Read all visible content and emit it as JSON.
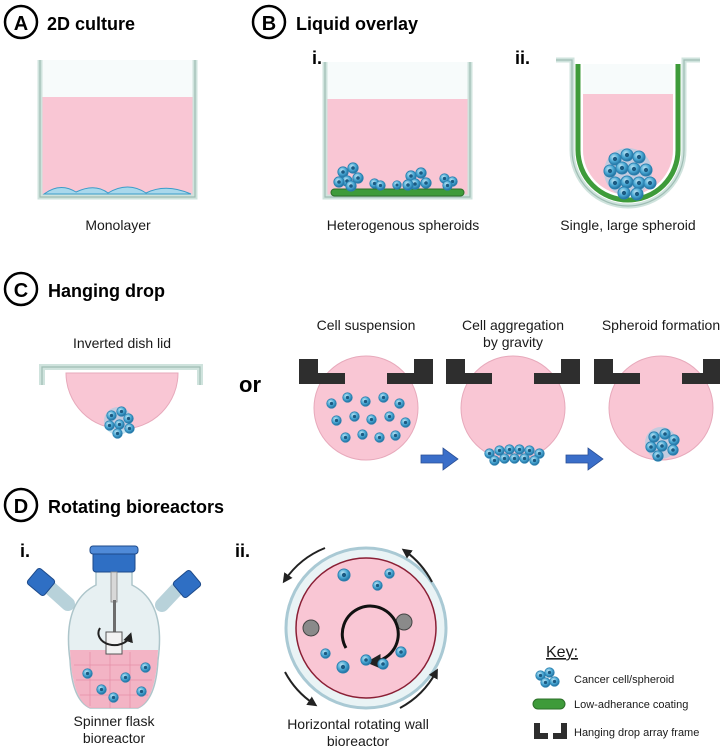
{
  "panels": {
    "a": {
      "letter": "A",
      "title": "2D culture",
      "label": "Monolayer"
    },
    "b": {
      "letter": "B",
      "title": "Liquid overlay",
      "sub_i": "i.",
      "label_i": "Heterogenous spheroids",
      "sub_ii": "ii.",
      "label_ii": "Single, large spheroid"
    },
    "c": {
      "letter": "C",
      "title": "Hanging drop",
      "lid_label": "Inverted dish lid",
      "or": "or",
      "step1": "Cell suspension",
      "step2_line1": "Cell aggregation",
      "step2_line2": "by gravity",
      "step3": "Spheroid formation"
    },
    "d": {
      "letter": "D",
      "title": "Rotating bioreactors",
      "sub_i": "i.",
      "label_i_line1": "Spinner flask",
      "label_i_line2": "bioreactor",
      "sub_ii": "ii.",
      "label_ii_line1": "Horizontal rotating wall",
      "label_ii_line2": "bioreactor"
    }
  },
  "key": {
    "title": "Key:",
    "items": [
      {
        "label": "Cancer cell/spheroid"
      },
      {
        "label": "Low-adherance coating"
      },
      {
        "label": "Hanging drop array frame"
      }
    ]
  },
  "colors": {
    "medium": "#f9c6d4",
    "cell": "#3b9cc9",
    "coating": "#3e9b3a",
    "frame": "#2e2e2e",
    "arrow": "#3a6ec9",
    "glass": "#dfeeea"
  }
}
